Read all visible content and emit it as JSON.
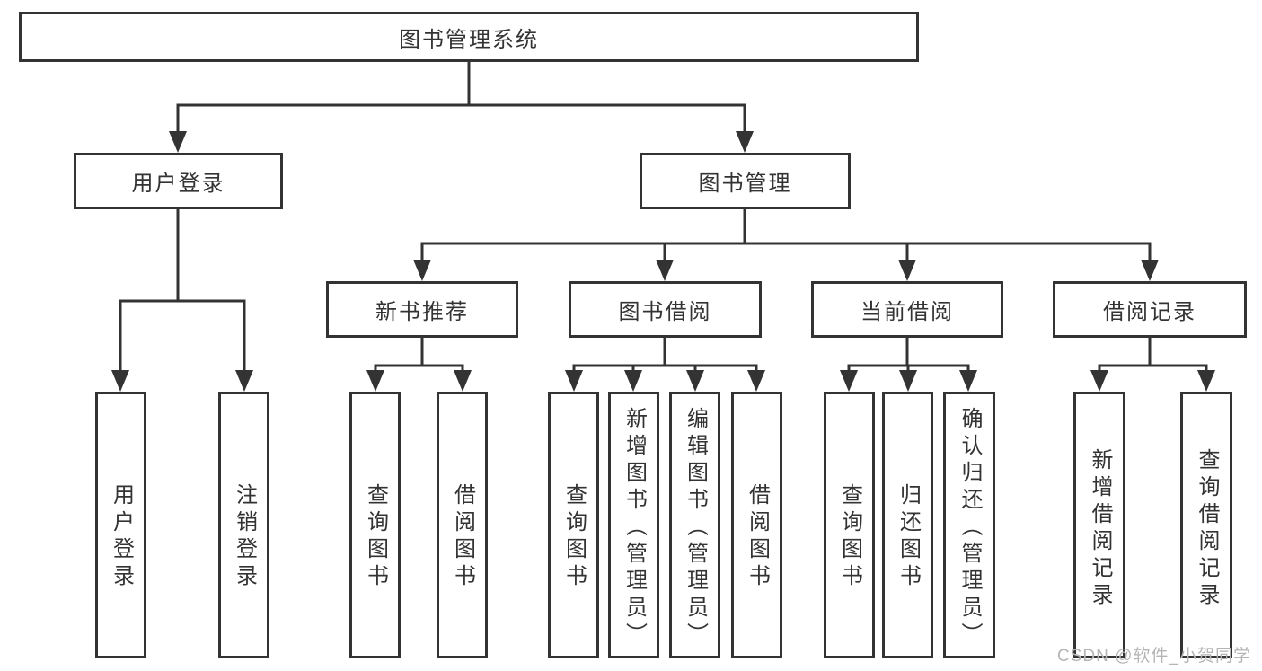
{
  "tree": {
    "label": "图书管理系统",
    "children": [
      {
        "label": "用户登录",
        "children": [
          {
            "label": "用户登录"
          },
          {
            "label": "注销登录"
          }
        ]
      },
      {
        "label": "图书管理",
        "children": [
          {
            "label": "新书推荐",
            "children": [
              {
                "label": "查询图书"
              },
              {
                "label": "借阅图书"
              }
            ]
          },
          {
            "label": "图书借阅",
            "children": [
              {
                "label": "查询图书"
              },
              {
                "label": "新增图书（管理员）"
              },
              {
                "label": "编辑图书（管理员）"
              },
              {
                "label": "借阅图书"
              }
            ]
          },
          {
            "label": "当前借阅",
            "children": [
              {
                "label": "查询图书"
              },
              {
                "label": "归还图书"
              },
              {
                "label": "确认归还（管理员）"
              }
            ]
          },
          {
            "label": "借阅记录",
            "children": [
              {
                "label": "新增借阅记录"
              },
              {
                "label": "查询借阅记录"
              }
            ]
          }
        ]
      }
    ]
  },
  "watermark": {
    "text": "CSDN @软件_小贺同学"
  },
  "colors": {
    "line": "#333333",
    "box_border": "#333333",
    "box_fill": "#ffffff",
    "text": "#333333",
    "watermark_text": "#b5b5b5"
  }
}
